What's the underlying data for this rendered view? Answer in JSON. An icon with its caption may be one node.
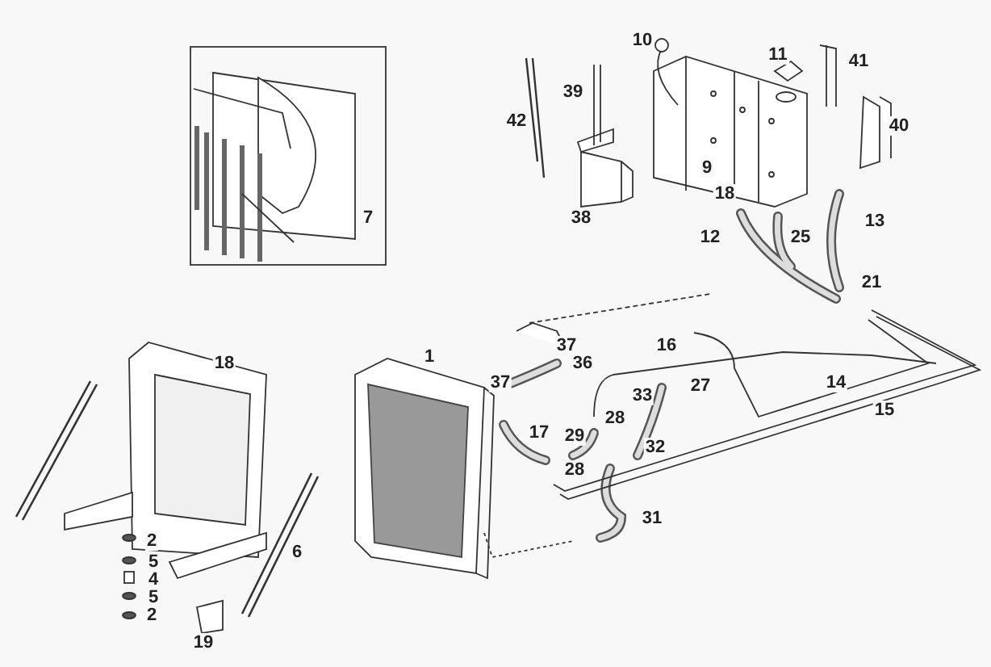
{
  "diagram": {
    "labels": [
      "10",
      "11",
      "41",
      "39",
      "42",
      "40",
      "7",
      "9",
      "38",
      "18",
      "13",
      "12",
      "25",
      "21",
      "1",
      "18",
      "37",
      "16",
      "36",
      "37",
      "27",
      "14",
      "33",
      "28",
      "15",
      "17",
      "29",
      "32",
      "28",
      "2",
      "5",
      "6",
      "31",
      "4",
      "5",
      "2",
      "19"
    ]
  }
}
